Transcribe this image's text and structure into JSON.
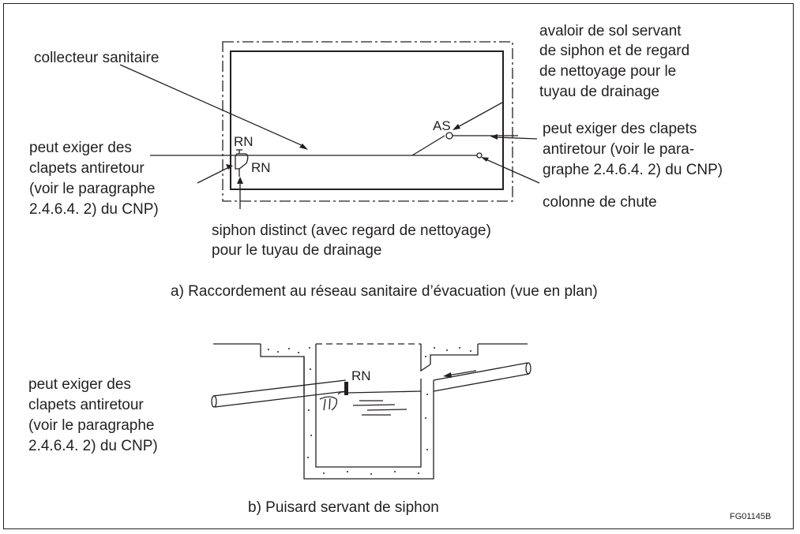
{
  "plan": {
    "caption": "a) Raccordement au réseau sanitaire d’évacuation (vue en plan)",
    "label_collecteur": "collecteur sanitaire",
    "label_avaloir": [
      "avaloir de sol servant",
      "de siphon et de regard",
      "de nettoyage pour le",
      "tuyau de drainage"
    ],
    "label_clapets_right": [
      "peut exiger des clapets",
      "antiretour (voir le para-",
      "graphe 2.4.6.4. 2) du CNP)"
    ],
    "label_clapets_left": [
      "peut exiger des",
      "clapets antiretour",
      "(voir le paragraphe",
      "2.4.6.4. 2) du CNP)"
    ],
    "label_colonne": "colonne de chute",
    "label_siphon": [
      "siphon distinct (avec regard de nettoyage)",
      "pour le tuyau de drainage"
    ],
    "tag_rn_top": "RN",
    "tag_rn_side": "RN",
    "tag_as": "AS"
  },
  "section": {
    "caption": "b) Puisard servant de siphon",
    "label_clapets": [
      "peut exiger des",
      "clapets antiretour",
      "(voir le paragraphe",
      "2.4.6.4. 2) du CNP)"
    ],
    "tag_rn": "RN"
  },
  "figure_code": "FG01145B"
}
